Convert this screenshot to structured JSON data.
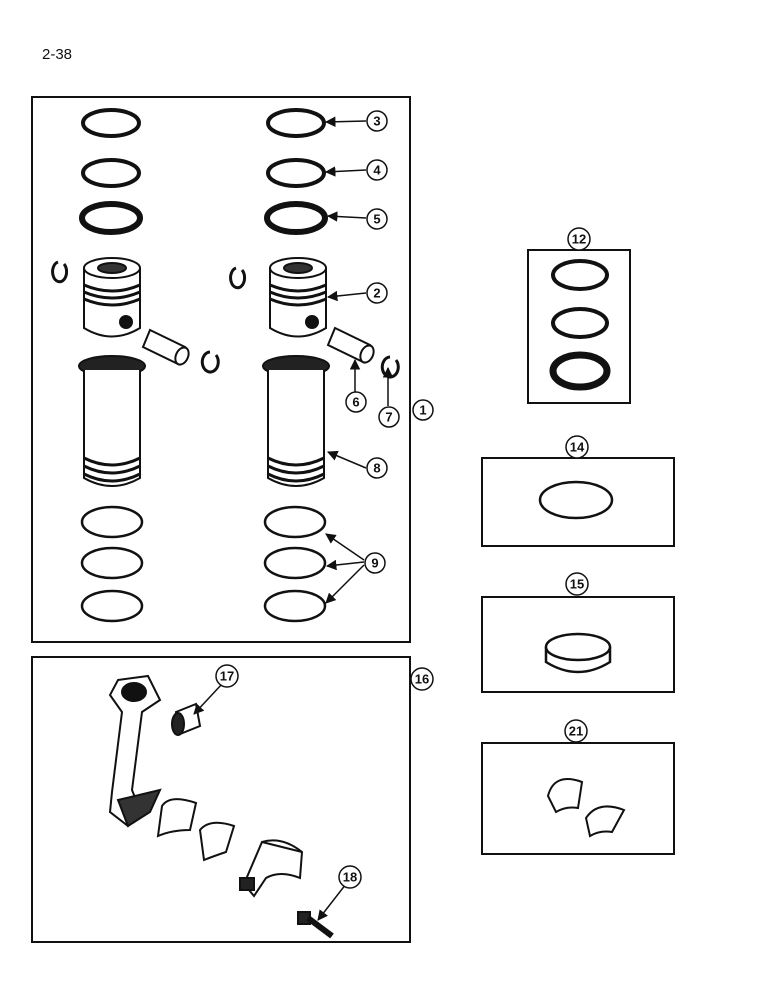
{
  "page": {
    "number": "2-38"
  },
  "callouts": {
    "c1": "1",
    "c2": "2",
    "c3": "3",
    "c4": "4",
    "c5": "5",
    "c6": "6",
    "c7": "7",
    "c8": "8",
    "c9": "9",
    "c12": "12",
    "c14": "14",
    "c15": "15",
    "c16": "16",
    "c17": "17",
    "c18": "18",
    "c21": "21"
  },
  "parts": [
    "piston-kit",
    "piston",
    "top-ring",
    "second-ring",
    "oil-ring",
    "piston-pin",
    "snap-ring",
    "cylinder-liner",
    "liner-o-rings",
    "ring-set",
    "seal-ring",
    "sleeve",
    "connecting-rod-assembly",
    "pin-bushing",
    "rod-bolt",
    "rod-bearing"
  ]
}
